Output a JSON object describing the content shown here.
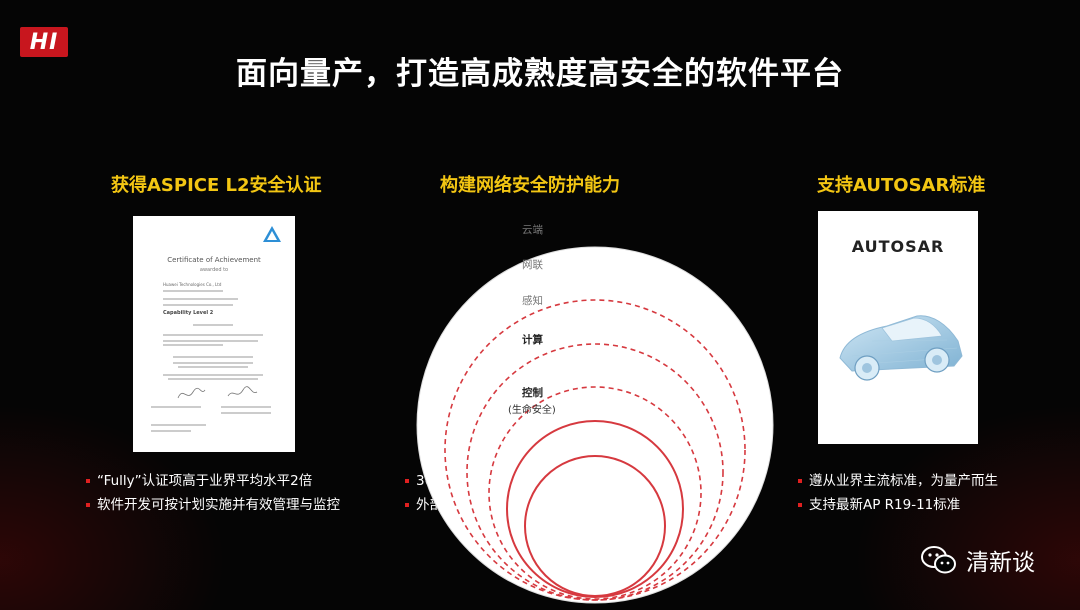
{
  "logo": {
    "text": "HI"
  },
  "title": "面向量产，打造高成熟度高安全的软件平台",
  "section1": {
    "title": "获得ASPICE L2安全认证",
    "certificate": {
      "heading": "Certificate of Achievement",
      "sub": "awarded to",
      "company": "Huawei Technologies Co., Ltd",
      "level": "Capability Level 2"
    },
    "bullets": [
      "“Fully”认证项高于业界平均水平2倍",
      "软件开发可按计划实施并有效管理与监控"
    ]
  },
  "section2": {
    "title": "构建网络安全防护能力",
    "layers": [
      {
        "label": "云端"
      },
      {
        "label": "网联"
      },
      {
        "label": "感知"
      },
      {
        "label": "计算"
      },
      {
        "label": "控制"
      }
    ],
    "control_note": "(生命安全)",
    "bullets": [
      "30+",
      "外部 “"
    ]
  },
  "section3": {
    "title": "支持AUTOSAR标准",
    "logo_text": "AUTOSAR",
    "bullets": [
      "遵从业界主流标准，为量产而生",
      "支持最新AP R19-11标准"
    ]
  },
  "watermark": {
    "text": "清新谈"
  },
  "colors": {
    "accent_red": "#c8161e",
    "title_yellow": "#f3c613",
    "bullet_red": "#e02020"
  }
}
